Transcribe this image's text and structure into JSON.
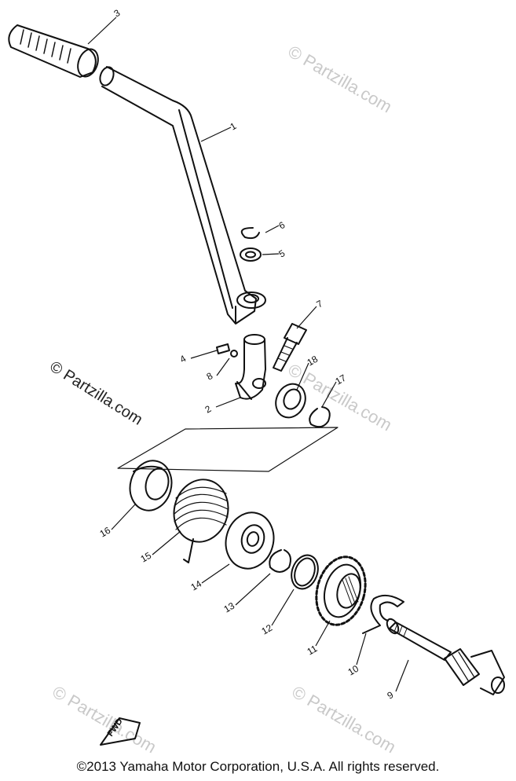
{
  "diagram": {
    "callouts": [
      "1",
      "2",
      "3",
      "4",
      "5",
      "6",
      "7",
      "8",
      "9",
      "10",
      "11",
      "12",
      "13",
      "14",
      "15",
      "16",
      "17",
      "18"
    ],
    "watermarks": {
      "main": "© Partzilla.com",
      "faint": "© Partzilla.com"
    },
    "fwd_label": "FWD"
  },
  "footer": {
    "copyright": "©2013  Yamaha Motor Corporation, U.S.A. All rights reserved."
  },
  "colors": {
    "ink": "#111111",
    "watermark": "#c9c9c9",
    "background": "#ffffff"
  }
}
